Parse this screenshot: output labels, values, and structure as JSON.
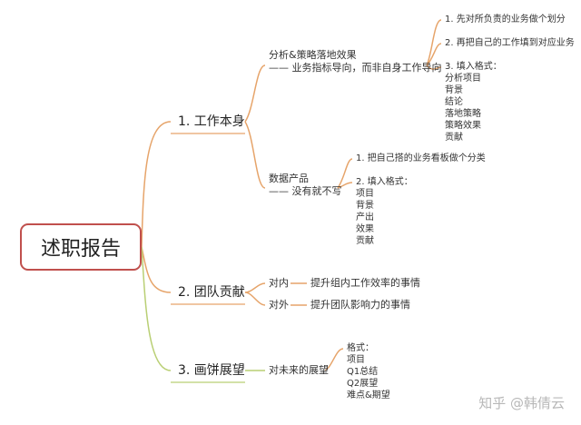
{
  "colors": {
    "branch_orange": "#e6a46a",
    "branch_green": "#b9cf74",
    "root_border": "#c0504d"
  },
  "root": "述职报告",
  "branches": [
    {
      "label": "1. 工作本身",
      "children": [
        {
          "title": "分析&策略落地效果",
          "subtitle": "—— 业务指标导向，而非自身工作导向",
          "items": [
            "1. 先对所负责的业务做个划分",
            "2. 再把自己的工作填到对应业务",
            "3. 填入格式：",
            "分析项目",
            "背景",
            "结论",
            "落地策略",
            "策略效果",
            "贡献"
          ]
        },
        {
          "title": "数据产品",
          "subtitle": "—— 没有就不写",
          "items": [
            "1. 把自己搭的业务看板做个分类",
            "2. 填入格式：",
            "项目",
            "背景",
            "产出",
            "效果",
            "贡献"
          ]
        }
      ]
    },
    {
      "label": "2. 团队贡献",
      "children": [
        {
          "title": "对内",
          "detail": "提升组内工作效率的事情"
        },
        {
          "title": "对外",
          "detail": "提升团队影响力的事情"
        }
      ]
    },
    {
      "label": "3. 画饼展望",
      "children": [
        {
          "title": "对未来的展望",
          "items": [
            "格式：",
            "项目",
            "Q1总结",
            "Q2展望",
            "难点&期望"
          ]
        }
      ]
    }
  ],
  "watermark": "知乎 @韩倩云"
}
